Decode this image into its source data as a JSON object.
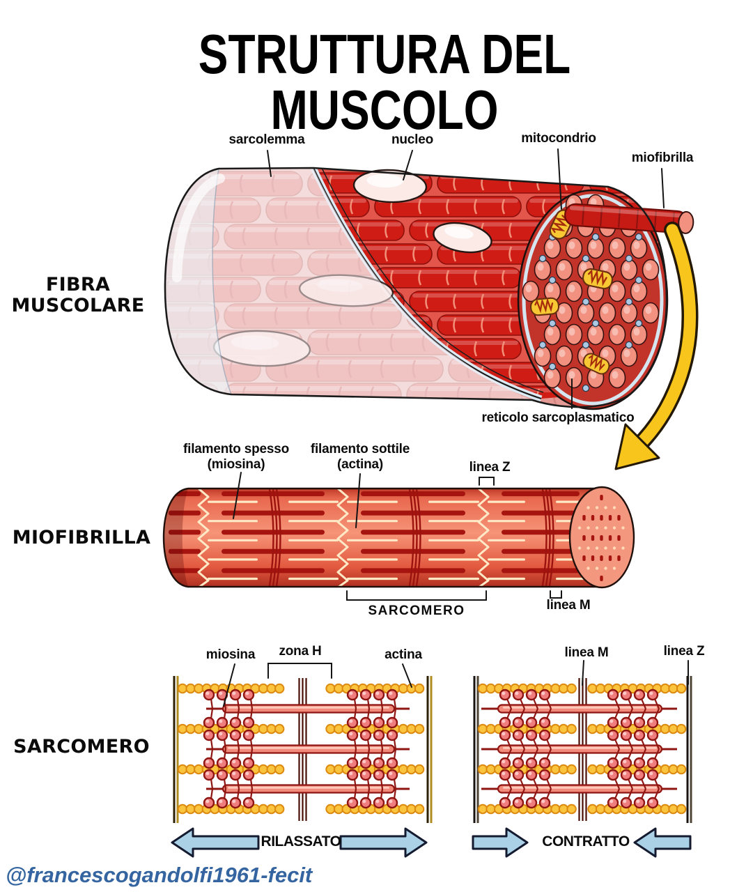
{
  "title": "STRUTTURA DEL MUSCOLO",
  "attribution": "@francescogandolfi1961-fecit",
  "fibra": {
    "section_label": "FIBRA MUSCOLARE",
    "sarcolemma": "sarcolemma",
    "nucleo": "nucleo",
    "mitocondrio": "mitocondrio",
    "miofibrilla": "miofibrilla",
    "reticolo": "reticolo sarcoplasmatico"
  },
  "miofibrilla": {
    "section_label": "MIOFIBRILLA",
    "filamento_spesso": "filamento spesso",
    "filamento_spesso_sub": "(miosina)",
    "filamento_sottile": "filamento sottile",
    "filamento_sottile_sub": "(actina)",
    "linea_z": "linea Z",
    "sarcomero": "SARCOMERO",
    "linea_m": "linea M"
  },
  "sarcomero": {
    "section_label": "SARCOMERO",
    "miosina": "miosina",
    "zona_h": "zona H",
    "actina": "actina",
    "linea_m": "linea M",
    "linea_z": "linea Z",
    "rilassato": "RILASSATO",
    "contratto": "CONTRATTO"
  },
  "colors": {
    "highlight_arrow": "#f8c51c",
    "state_arrow": "#aad1e6",
    "attribution": "#3565a0",
    "fiber_red": "#cf1d16",
    "fiber_pink": "#e59a95",
    "myofibril_salmon": "#f69478",
    "thick_filament": "#a61410",
    "thin_filament_bead": "#fbc43e",
    "myosin_head": "#ef7d7d",
    "myosin_bar": "#f18a7a",
    "mitochondrion_yellow": "#f7c833",
    "reticulum_blue": "#abc9e2"
  }
}
